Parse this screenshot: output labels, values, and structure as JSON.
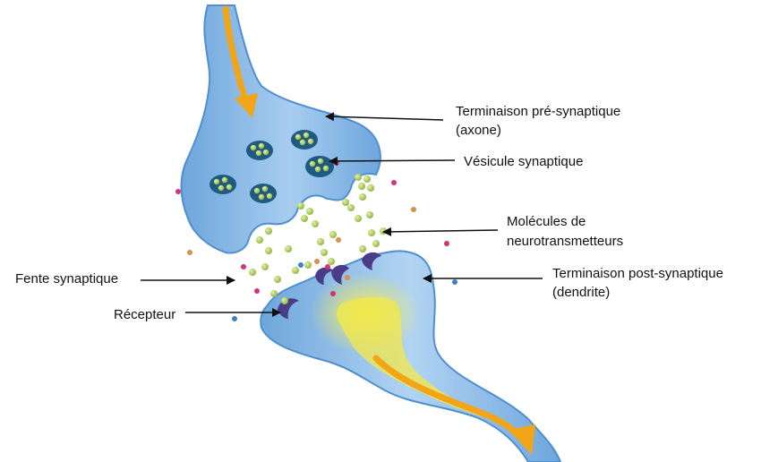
{
  "labels": {
    "pre_synaptic_line1": "Terminaison pré-synaptique",
    "pre_synaptic_line2": "(axone)",
    "vesicle": "Vésicule synaptique",
    "molecules_line1": "Molécules de",
    "molecules_line2": "neurotransmetteurs",
    "post_synaptic_line1": "Terminaison post-synaptique",
    "post_synaptic_line2": "(dendrite)",
    "cleft": "Fente synaptique",
    "receptor": "Récepteur"
  },
  "colors": {
    "neuron_body": "#7fb3e3",
    "neuron_edge": "#4f8fcf",
    "vesicle_fill": "#1f5a82",
    "neurotransmitter": "#a6c84a",
    "receptor": "#4b3c8a",
    "signal_arrow": "#f2a516",
    "signal_glow": "#f6ea4a",
    "ion_pink": "#d2347a",
    "ion_blue": "#3b82c4",
    "ion_orange": "#d9904a"
  }
}
